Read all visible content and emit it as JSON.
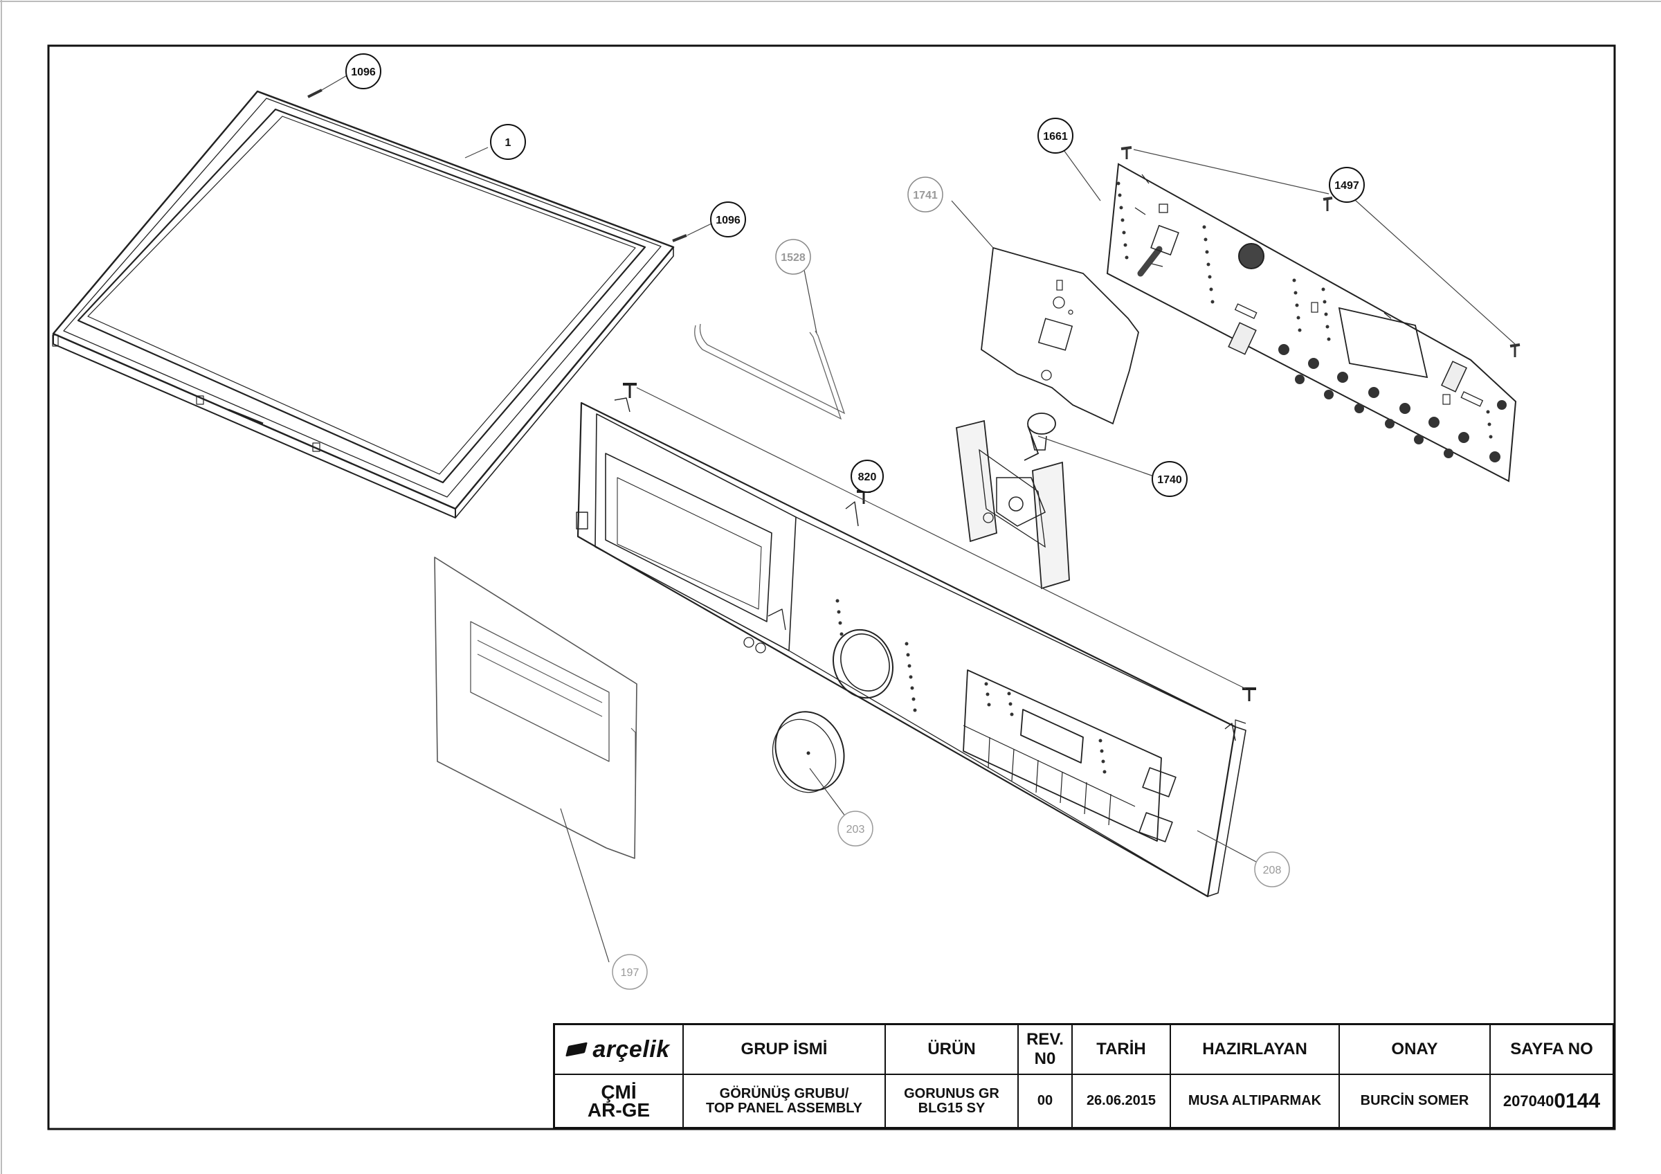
{
  "callouts": {
    "c1096a": "1096",
    "c1": "1",
    "c1096b": "1096",
    "c1528": "1528",
    "c1741": "1741",
    "c1661": "1661",
    "c1497": "1497",
    "c820": "820",
    "c1740": "1740",
    "c203": "203",
    "c208": "208",
    "c197": "197"
  },
  "title_block": {
    "brand": "arçelik",
    "dept_line1": "ÇMİ",
    "dept_line2": "AR-GE",
    "grup_header": "GRUP İSMİ",
    "grup_line1": "GÖRÜNÜŞ GRUBU/",
    "grup_line2": "TOP PANEL ASSEMBLY",
    "urun_header": "ÜRÜN",
    "urun_line1": "GORUNUS GR",
    "urun_line2": "BLG15 SY",
    "rev_header_line1": "REV.",
    "rev_header_line2": "N0",
    "rev_value": "00",
    "tarih_header": "TARİH",
    "tarih_value": "26.06.2015",
    "hazirlayan_header": "HAZIRLAYAN",
    "hazirlayan_value": "MUSA ALTIPARMAK",
    "onay_header": "ONAY",
    "onay_value": "BURCİN SOMER",
    "sayfa_header": "SAYFA NO",
    "sayfa_prefix": "207040",
    "sayfa_suffix": "0144"
  }
}
